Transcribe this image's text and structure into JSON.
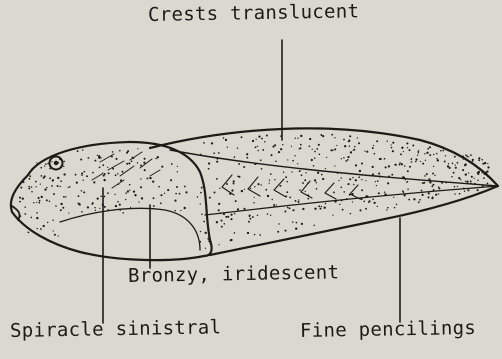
{
  "labels": {
    "crests": "Crests translucent",
    "bronzy": "Bronzy, iridescent",
    "spiracle": "Spiracle sinistral",
    "fine": "Fine pencilings"
  },
  "colors": {
    "paper": "#d9d9cf",
    "ink": "#1d1b17"
  }
}
